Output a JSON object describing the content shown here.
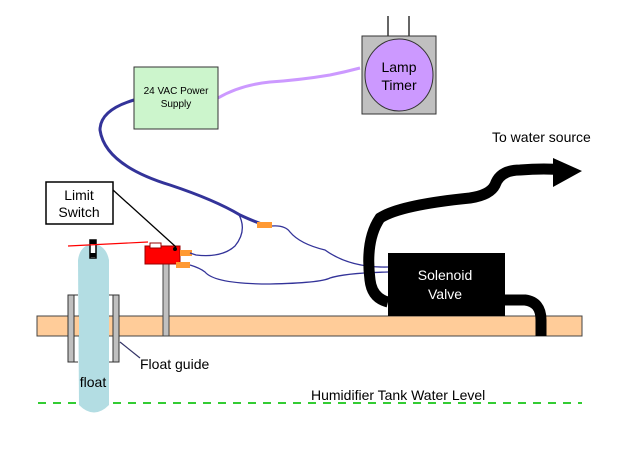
{
  "diagram": {
    "title": "Humidifier automatic fill wiring diagram",
    "components": {
      "power_supply": {
        "line1": "24 VAC Power",
        "line2": "Supply",
        "color": "#ccf5cc"
      },
      "lamp_timer": {
        "line1": "Lamp",
        "line2": "Timer",
        "face_color": "#cc99ff",
        "box_color": "#c0c0c0"
      },
      "limit_switch": {
        "line1": "Limit",
        "line2": "Switch",
        "color": "#ff0000"
      },
      "solenoid_valve": {
        "line1": "Solenoid",
        "line2": "Valve",
        "color": "#000000"
      },
      "float": {
        "label": "float",
        "color": "#b3dde3"
      },
      "float_guide": {
        "label": "Float guide"
      },
      "water_source": {
        "label": "To water source"
      },
      "water_level": {
        "label": "Humidifier Tank Water Level",
        "color": "#33cc33"
      },
      "tank_lid": {
        "color": "#ffcc99"
      }
    },
    "wire_colors": {
      "low_voltage": "#333399",
      "timer_cord": "#cc99ff",
      "connector": "#ff9933"
    }
  }
}
